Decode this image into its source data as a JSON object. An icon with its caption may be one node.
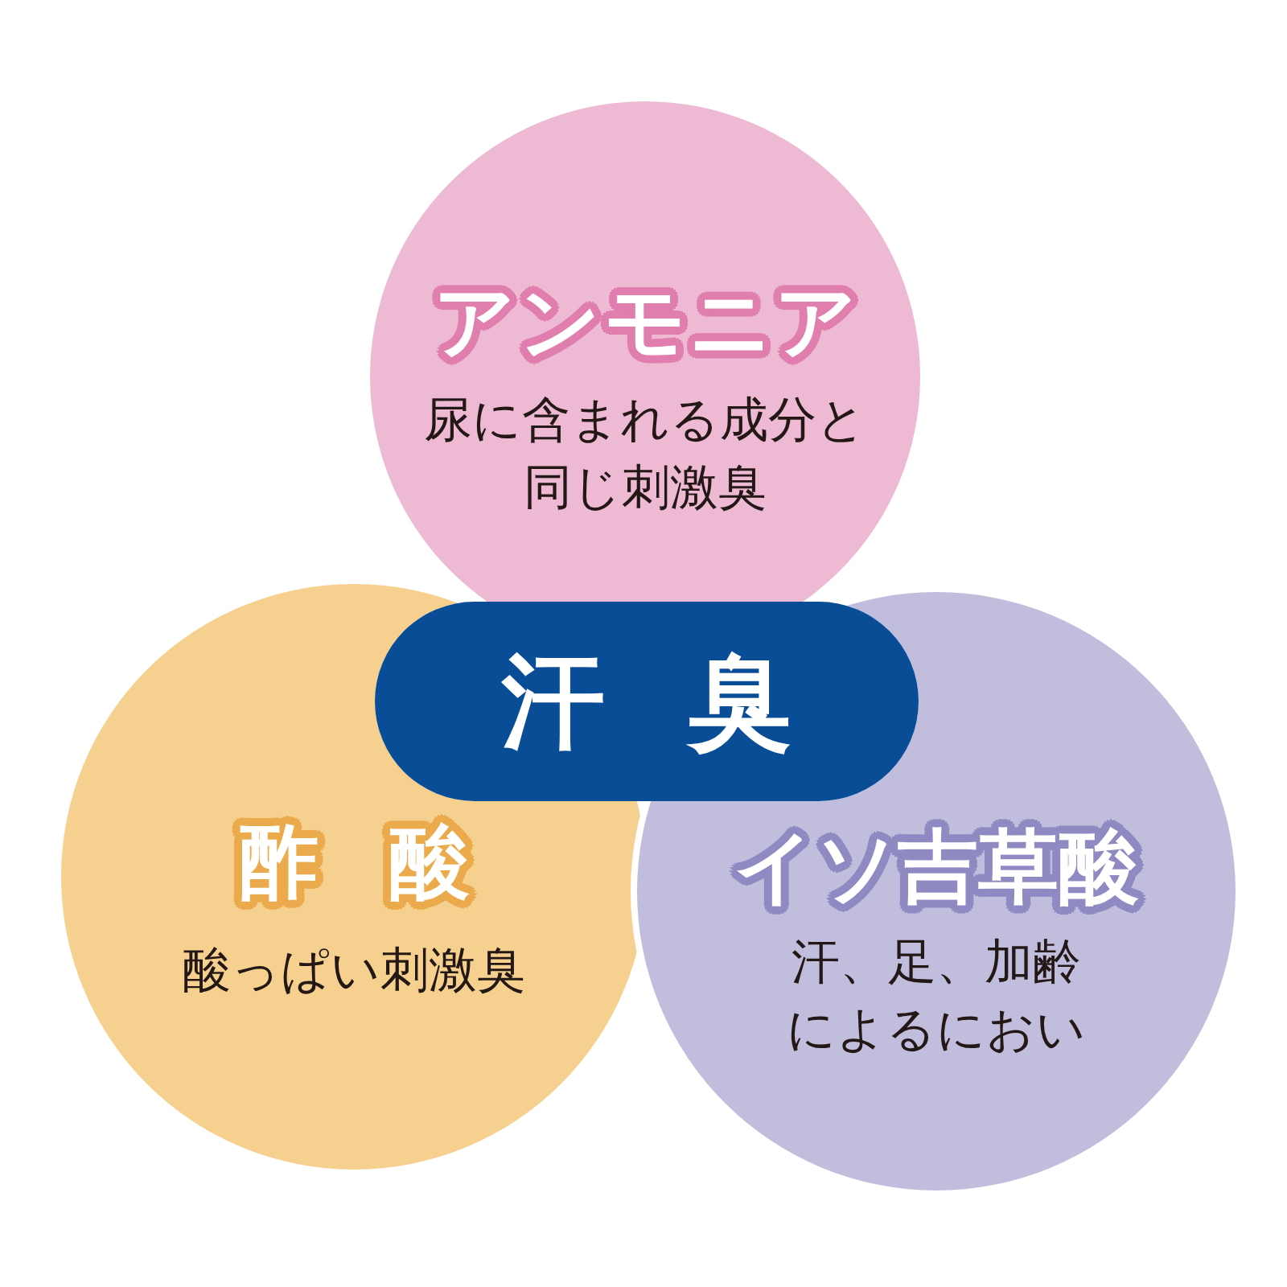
{
  "diagram": {
    "nodes": [
      {
        "text": [
          "アンモニア",
          "尿に含まれる成分と同じ刺激臭"
        ]
      },
      {
        "text": [
          "汗臭"
        ]
      },
      {
        "text": [
          "酢酸",
          "酸っぱい刺激臭"
        ]
      },
      {
        "text": [
          "イソ吉草酸",
          "汗、足、加齢によるにおい"
        ]
      }
    ]
  }
}
